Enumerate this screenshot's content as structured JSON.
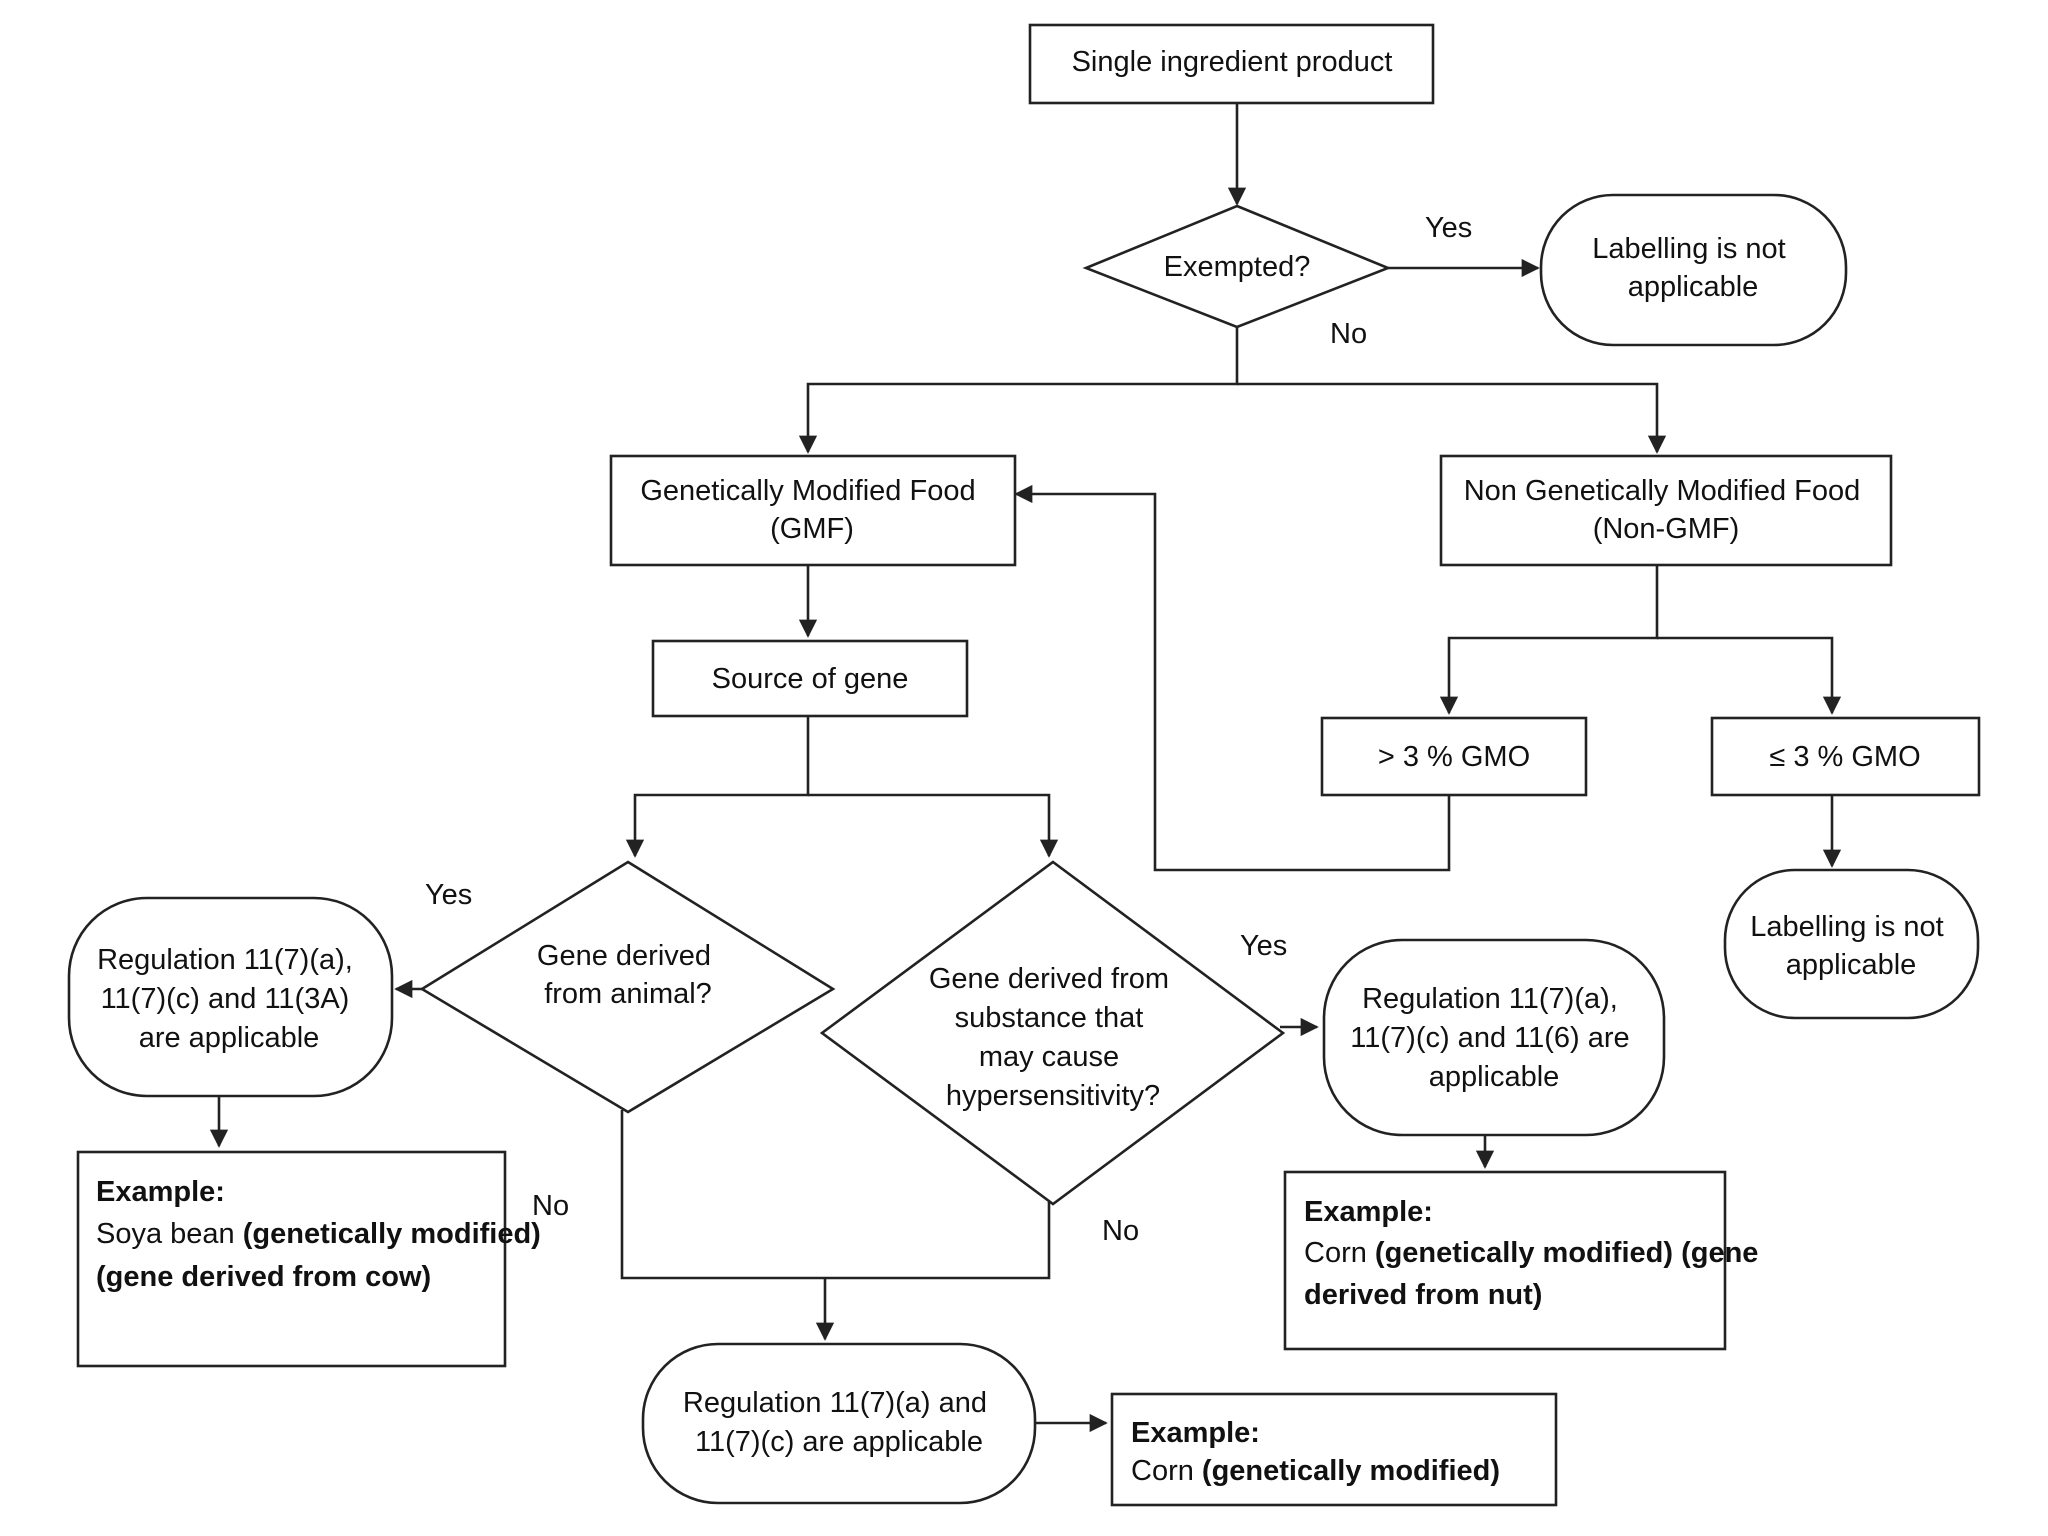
{
  "nodes": {
    "single_ingredient": [
      "Single ingredient product"
    ],
    "exempted": [
      "Exempted?"
    ],
    "labelling_na_top": [
      "Labelling is not",
      "applicable"
    ],
    "gmf": [
      "Genetically Modified Food",
      "(GMF)"
    ],
    "non_gmf": [
      "Non Genetically Modified Food",
      "(Non-GMF)"
    ],
    "source_of_gene": [
      "Source of gene"
    ],
    "gt3_gmo": [
      "> 3 % GMO"
    ],
    "le3_gmo": [
      "≤ 3 % GMO"
    ],
    "labelling_na_right": [
      "Labelling is not",
      "applicable"
    ],
    "gene_animal": [
      "Gene derived",
      "from animal?"
    ],
    "gene_hypersensitivity": [
      "Gene derived from",
      "substance that",
      "may cause",
      "hypersensitivity?"
    ],
    "reg_animal": [
      "Regulation 11(7)(a),",
      "11(7)(c) and 11(3A)",
      "are applicable"
    ],
    "reg_hypersensitivity": [
      "Regulation 11(7)(a),",
      "11(7)(c) and 11(6) are",
      "applicable"
    ],
    "reg_general": [
      "Regulation 11(7)(a) and",
      "11(7)(c) are applicable"
    ]
  },
  "examples": {
    "animal": {
      "heading": "Example:",
      "line1_normal": "Soya bean ",
      "line1_bold": "(genetically modified)",
      "line2_bold": "(gene derived from cow)"
    },
    "hypersensitivity": {
      "heading": "Example:",
      "line1_normal": "Corn ",
      "line1_bold": "(genetically modified) (gene",
      "line2_bold": "derived from nut)"
    },
    "general": {
      "heading": "Example:",
      "line1_normal": "Corn ",
      "line1_bold": "(genetically modified)"
    }
  },
  "edge_labels": {
    "exempted_yes": "Yes",
    "exempted_no": "No",
    "animal_yes": "Yes",
    "animal_no": "No",
    "hyper_yes": "Yes",
    "hyper_no": "No"
  }
}
